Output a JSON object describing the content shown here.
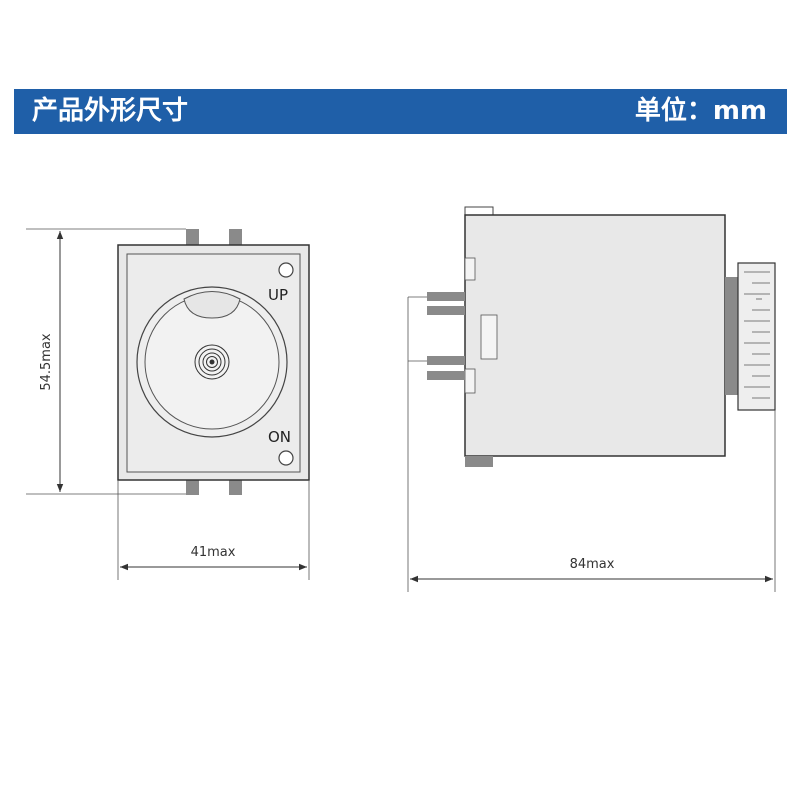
{
  "header": {
    "title": "产品外形尺寸",
    "unit": "单位：mm"
  },
  "front_view": {
    "up_label": "UP",
    "on_label": "ON",
    "height_dim": "54.5max",
    "width_dim": "41max"
  },
  "side_view": {
    "length_dim": "84max"
  },
  "colors": {
    "header_bg": "#1f5fa8",
    "body_fill": "#e8e8e8",
    "pin_fill": "#8a8a8a",
    "line": "#333333"
  }
}
